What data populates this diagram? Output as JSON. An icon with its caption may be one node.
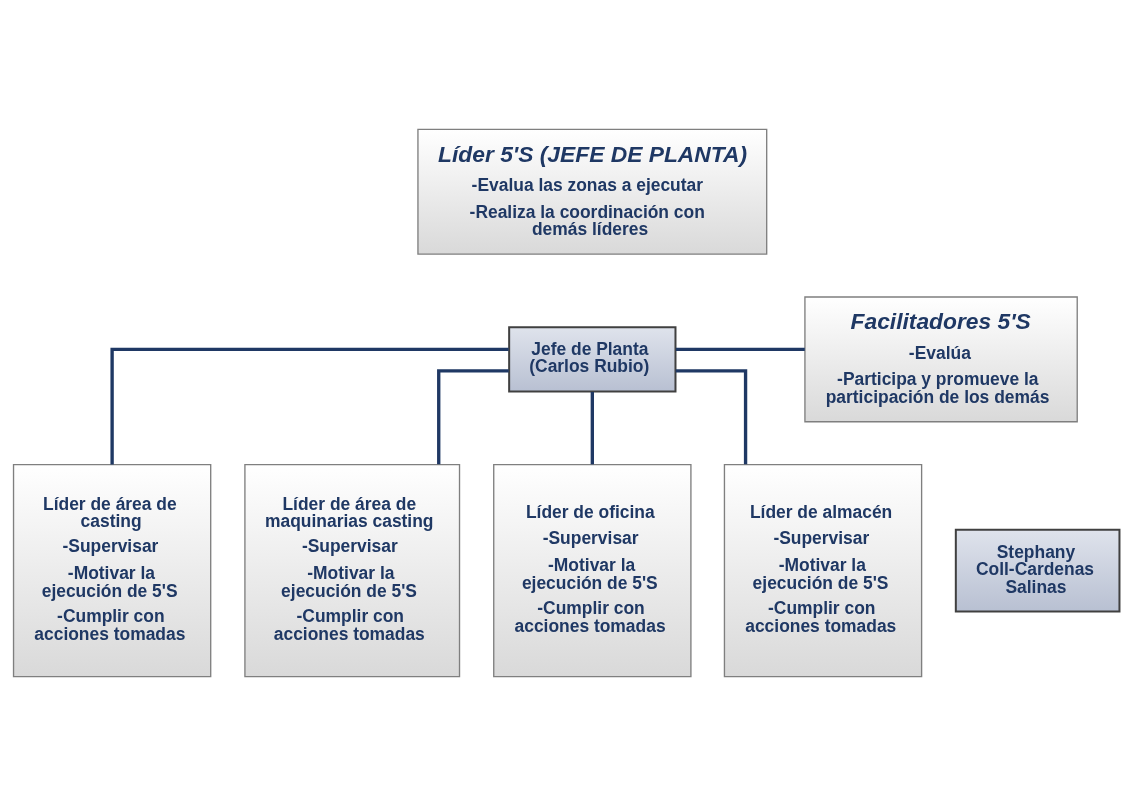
{
  "diagram": {
    "nodes": [
      {
        "text": [
          "Líder 5'S (JEFE DE PLANTA)",
          "-Evalua las zonas a ejecutar",
          "-Realiza la coordinación con demás líderes"
        ]
      },
      {
        "text": [
          "Jefe de Planta (Carlos Rubio)"
        ]
      },
      {
        "text": [
          "Facilitadores 5'S",
          "-Evalúa",
          "-Participa y promueve la participación de los demás"
        ]
      },
      {
        "text": [
          "Stephany Coll-Cardenas Salinas"
        ]
      },
      {
        "text": [
          "Líder de área de casting",
          "-Supervisar",
          "-Motivar la ejecución de 5'S",
          "-Cumplir con acciones tomadas"
        ]
      },
      {
        "text": [
          "Líder de área de maquinarias casting",
          "-Supervisar",
          "-Motivar la ejecución de 5'S",
          "-Cumplir con acciones tomadas"
        ]
      },
      {
        "text": [
          "Líder de oficina",
          "-Supervisar",
          "-Motivar la ejecución de 5'S",
          "-Cumplir con acciones tomadas"
        ]
      },
      {
        "text": [
          "Líder de almacén",
          "-Supervisar",
          "-Motivar la ejecución de 5'S",
          "-Cumplir con acciones tomadas"
        ]
      }
    ],
    "edges": [
      {
        "from": 1,
        "to": 2,
        "arrow": "none"
      },
      {
        "from": 1,
        "to": 4,
        "arrow": "none"
      },
      {
        "from": 1,
        "to": 5,
        "arrow": "none"
      },
      {
        "from": 1,
        "to": 6,
        "arrow": "none"
      },
      {
        "from": 1,
        "to": 7,
        "arrow": "none"
      }
    ]
  }
}
